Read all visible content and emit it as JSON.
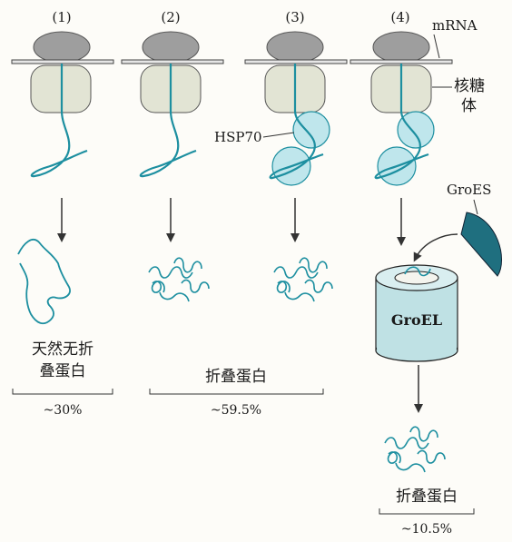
{
  "panels": [
    {
      "label": "(1)"
    },
    {
      "label": "(2)"
    },
    {
      "label": "(3)"
    },
    {
      "label": "(4)"
    }
  ],
  "labels": {
    "mrna": "mRNA",
    "ribosome_line1": "核糖",
    "ribosome_line2": "体",
    "hsp70": "HSP70",
    "groes": "GroES",
    "groel": "GroEL"
  },
  "outcomes": {
    "unfolded_line1": "天然无折",
    "unfolded_line2": "叠蛋白",
    "unfolded_pct": "~30%",
    "folded_label": "折叠蛋白",
    "folded_pct": "~59.5%",
    "groel_label": "折叠蛋白",
    "groel_pct": "~10.5%"
  },
  "colors": {
    "chain": "#1d8fa0",
    "ribosome_small": "#9e9e9e",
    "ribosome_large": "#e2e4d4",
    "chaperone": "#bfe6ec",
    "groes_fill": "#1f6f7f",
    "groel_fill": "#bfe1e4"
  }
}
